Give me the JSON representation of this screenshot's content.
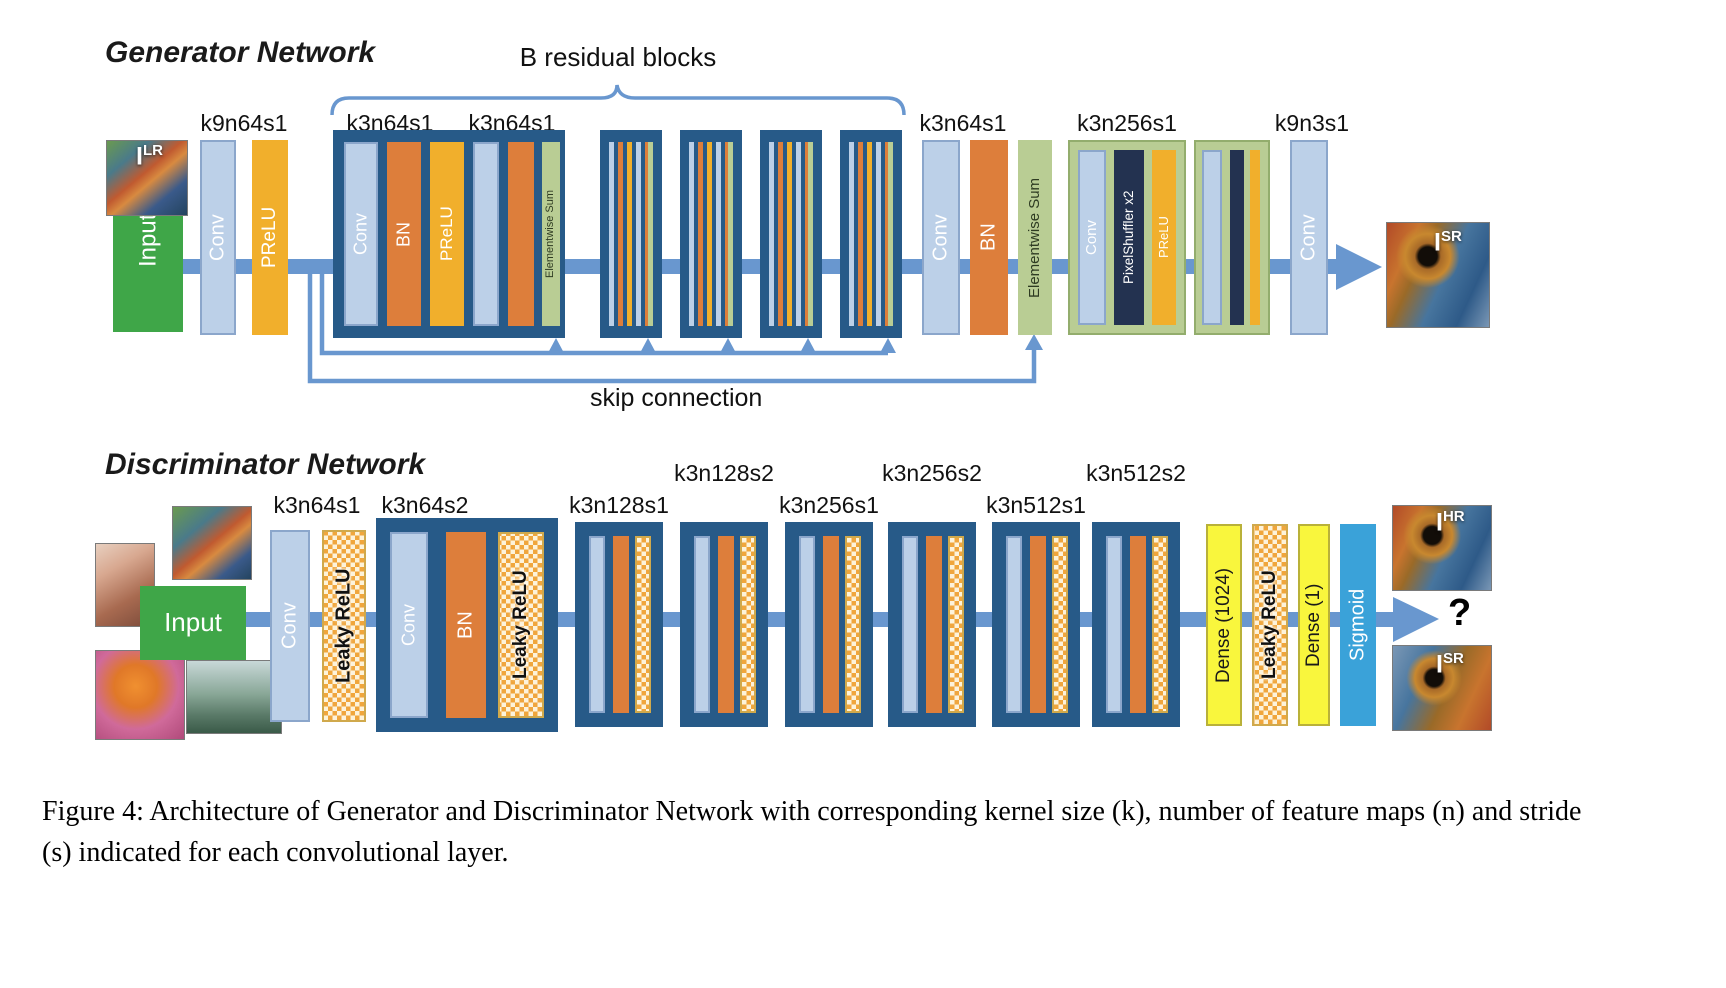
{
  "figure": {
    "caption": "Figure 4: Architecture of Generator and Discriminator Network with corresponding kernel size (k), number of feature maps (n) and stride (s) indicated for each convolutional layer."
  },
  "labels": {
    "conv": "Conv",
    "bn": "BN",
    "prelu": "PReLU",
    "elementwise_sum": "Elementwise Sum",
    "pixelshuffler": "PixelShuffler x2",
    "leaky_relu": "Leaky ReLU",
    "dense_1024": "Dense (1024)",
    "dense_1": "Dense (1)",
    "sigmoid": "Sigmoid",
    "input": "Input",
    "question_mark": "?"
  },
  "generator": {
    "title": "Generator Network",
    "residual_blocks_label": "B residual blocks",
    "skip_connection_label": "skip connection",
    "layer_labels": [
      "k9n64s1",
      "k3n64s1",
      "k3n64s1",
      "k3n64s1",
      "k3n256s1",
      "k9n3s1"
    ],
    "input_image": {
      "base": "I",
      "sup": "LR"
    },
    "output_image": {
      "base": "I",
      "sup": "SR"
    }
  },
  "discriminator": {
    "title": "Discriminator Network",
    "layer_labels_top": [
      "k3n128s2",
      "k3n256s2",
      "k3n512s2"
    ],
    "layer_labels_bottom": [
      "k3n64s1",
      "k3n64s2",
      "k3n128s1",
      "k3n256s1",
      "k3n512s1"
    ],
    "output_hr": {
      "base": "I",
      "sup": "HR"
    },
    "output_sr": {
      "base": "I",
      "sup": "SR"
    }
  },
  "colors": {
    "arrow_blue": "#6997cf",
    "conv_blue": "#bcd0e8",
    "bn_orange": "#dd7e3b",
    "prelu_yellow": "#f1af2c",
    "input_green": "#3fa648",
    "sum_green": "#b9cd94",
    "container_navy": "#275a88",
    "pixelshuffler_navy": "#233250",
    "dense_yellow": "#f9f63d",
    "sigmoid_blue": "#3aa2d9"
  }
}
